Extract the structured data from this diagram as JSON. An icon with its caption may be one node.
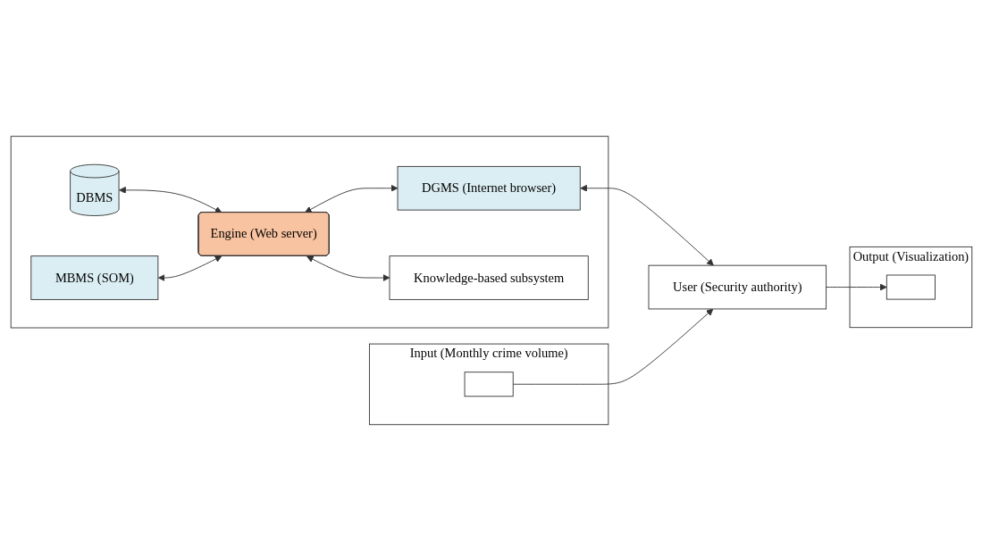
{
  "diagram": {
    "nodes": [
      {
        "text": [],
        "shape": "box"
      },
      {
        "text": [
          "DBMS"
        ],
        "in": 0
      },
      {
        "text": [
          "MBMS (SOM)"
        ],
        "in": 0
      },
      {
        "text": [
          "Engine (Web server)"
        ],
        "in": 0
      },
      {
        "text": [
          "DGMS (Internet browser)"
        ],
        "in": 0
      },
      {
        "text": [
          "Knowledge-based subsystem"
        ],
        "in": 0
      },
      {
        "text": [
          "User (Security authority)"
        ]
      },
      {
        "text": [
          "Input (Monthly crime volume)"
        ]
      },
      {
        "text": [],
        "shape": "box",
        "in": 7
      },
      {
        "text": [
          "Output (Visualization)"
        ]
      },
      {
        "text": [],
        "shape": "box",
        "in": 9
      }
    ],
    "edges": [
      {
        "from": 1,
        "to": 3,
        "arrow": "both"
      },
      {
        "from": 2,
        "to": 3,
        "arrow": "both"
      },
      {
        "from": 3,
        "to": 4,
        "arrow": "both"
      },
      {
        "from": 3,
        "to": 5,
        "arrow": "both"
      },
      {
        "from": 4,
        "to": 6,
        "arrow": "both"
      },
      {
        "from": 8,
        "to": 6,
        "arrow": "to"
      },
      {
        "from": 6,
        "to": 10,
        "arrow": "to"
      }
    ]
  }
}
